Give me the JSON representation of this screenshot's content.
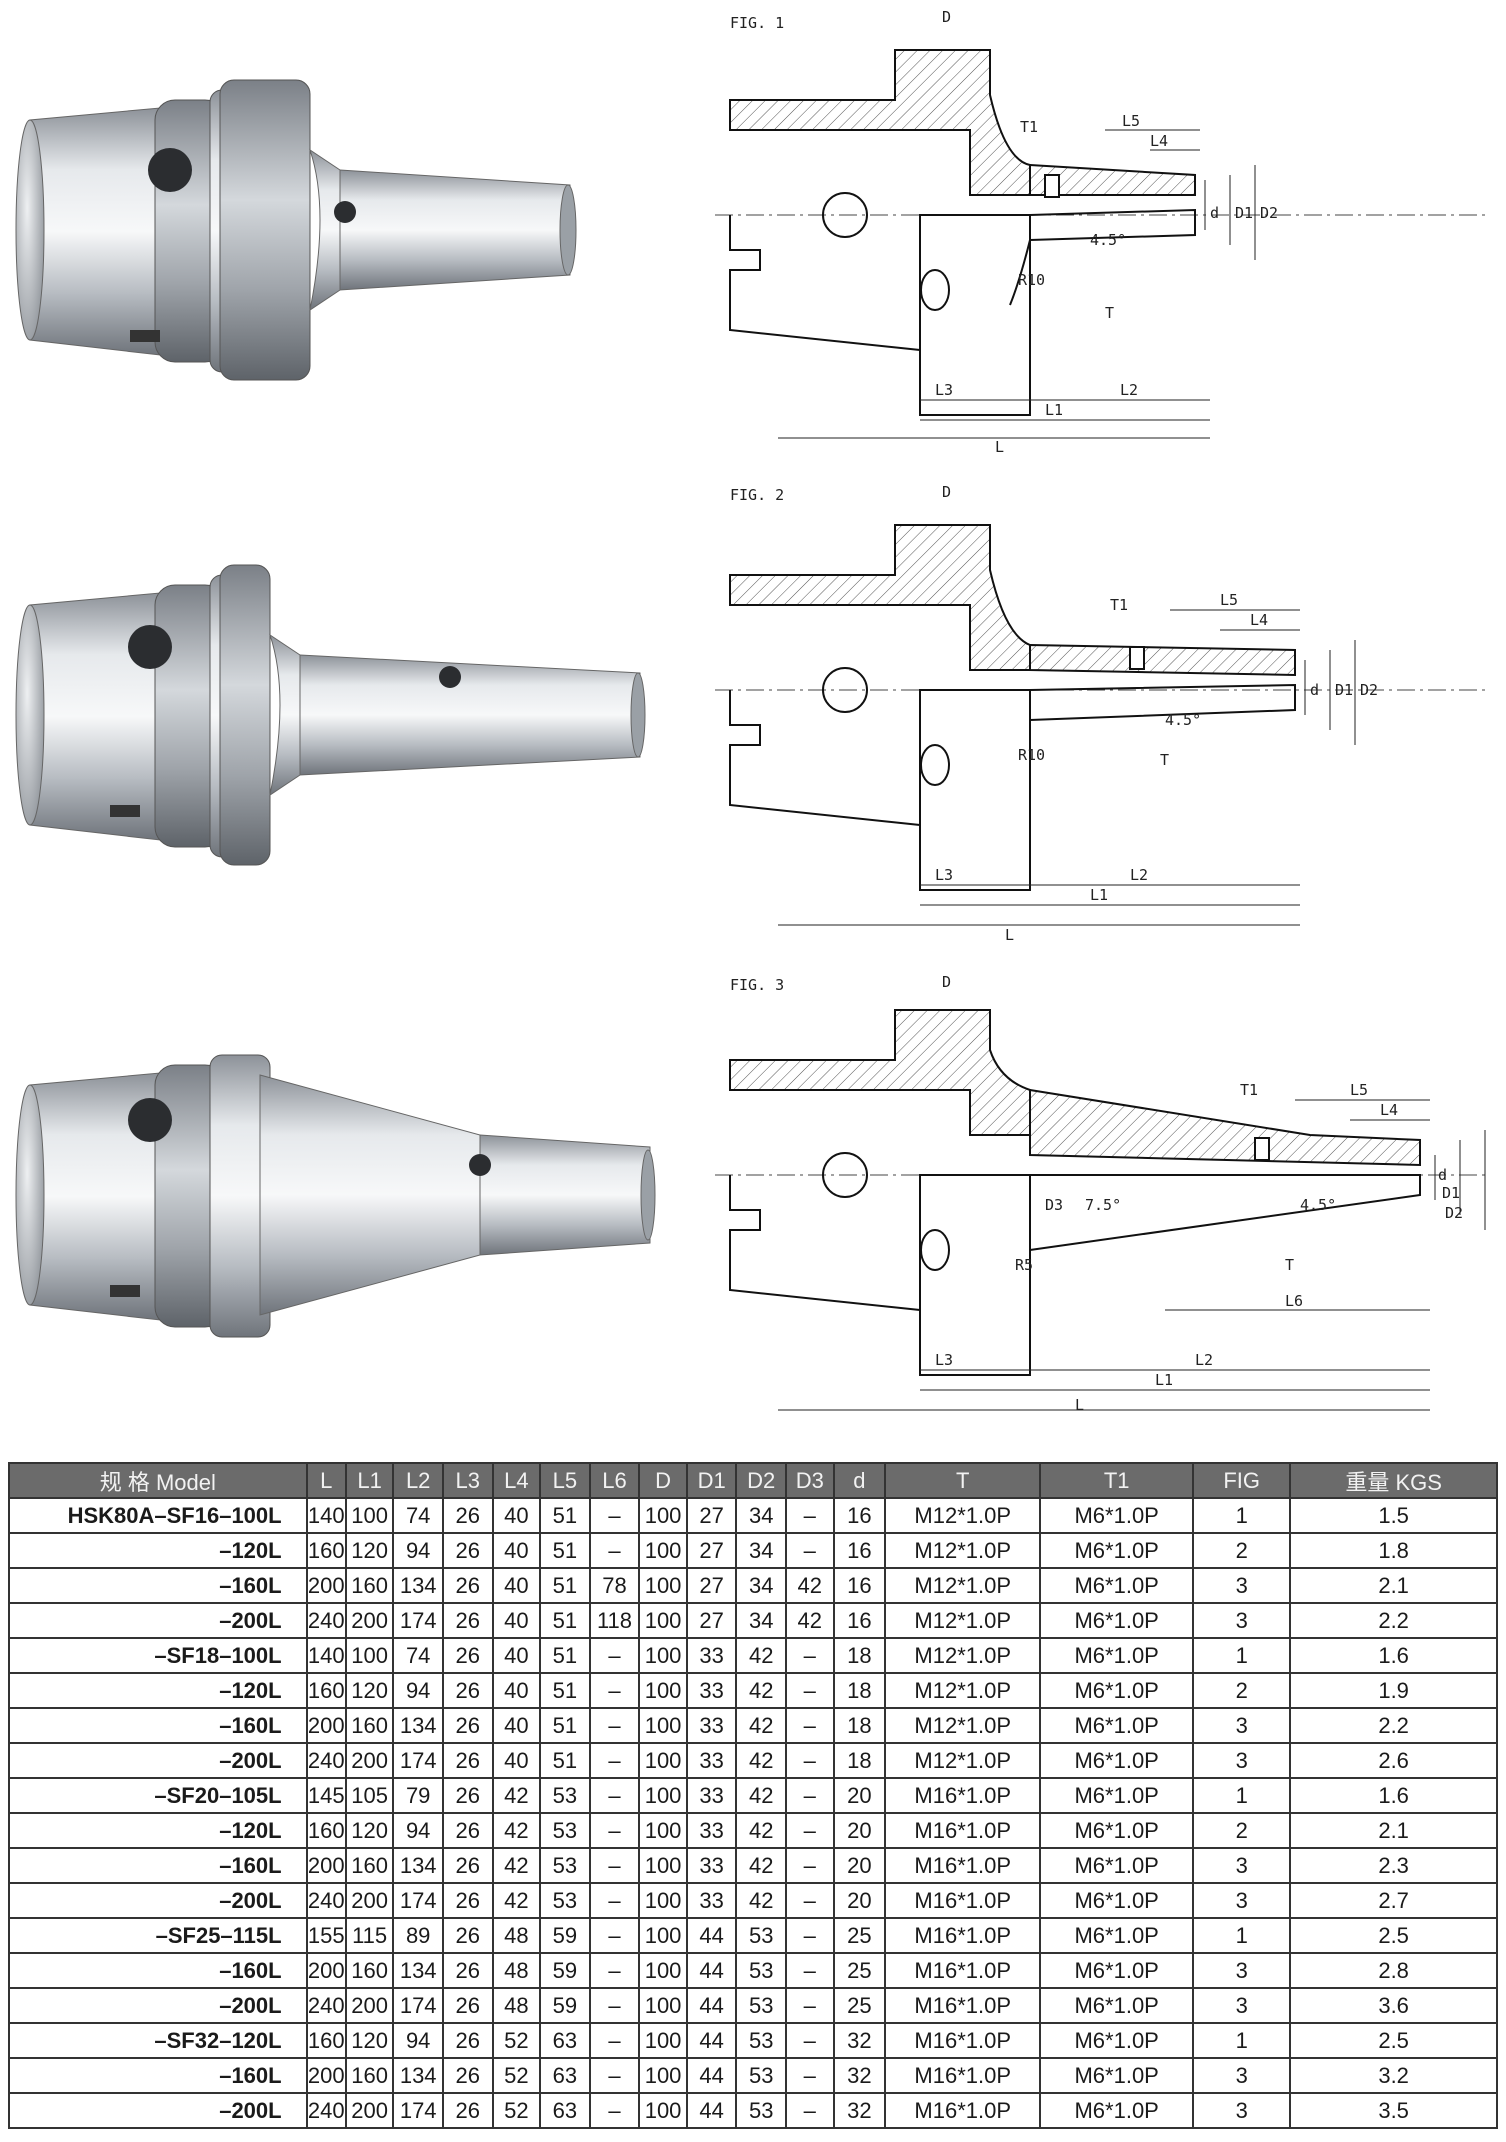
{
  "figures": [
    {
      "label": "FIG. 1",
      "dims": {
        "D": "D",
        "T1": "T1",
        "L5": "L5",
        "L4": "L4",
        "d": "d",
        "D1": "D1",
        "D2": "D2",
        "ang": "4.5°",
        "R": "R10",
        "T": "T",
        "L3": "L3",
        "L2": "L2",
        "L1": "L1",
        "L": "L"
      }
    },
    {
      "label": "FIG. 2",
      "dims": {
        "D": "D",
        "T1": "T1",
        "L5": "L5",
        "L4": "L4",
        "d": "d",
        "D1": "D1",
        "D2": "D2",
        "ang": "4.5°",
        "R": "R10",
        "T": "T",
        "L3": "L3",
        "L2": "L2",
        "L1": "L1",
        "L": "L"
      }
    },
    {
      "label": "FIG. 3",
      "dims": {
        "D": "D",
        "T1": "T1",
        "L5": "L5",
        "L4": "L4",
        "d": "d",
        "D1": "D1",
        "D2": "D2",
        "ang": "4.5°",
        "D3": "D3",
        "ang2": "7.5°",
        "R": "R5",
        "T": "T",
        "L6": "L6",
        "L3": "L3",
        "L2": "L2",
        "L1": "L1",
        "L": "L"
      }
    }
  ],
  "table": {
    "headers": [
      "规 格 Model",
      "L",
      "L1",
      "L2",
      "L3",
      "L4",
      "L5",
      "L6",
      "D",
      "D1",
      "D2",
      "D3",
      "d",
      "T",
      "T1",
      "FIG",
      "重量 KGS"
    ],
    "rows": [
      [
        "HSK80A–SF16–100L",
        "140",
        "100",
        "74",
        "26",
        "40",
        "51",
        "–",
        "100",
        "27",
        "34",
        "–",
        "16",
        "M12*1.0P",
        "M6*1.0P",
        "1",
        "1.5"
      ],
      [
        "–120L",
        "160",
        "120",
        "94",
        "26",
        "40",
        "51",
        "–",
        "100",
        "27",
        "34",
        "–",
        "16",
        "M12*1.0P",
        "M6*1.0P",
        "2",
        "1.8"
      ],
      [
        "–160L",
        "200",
        "160",
        "134",
        "26",
        "40",
        "51",
        "78",
        "100",
        "27",
        "34",
        "42",
        "16",
        "M12*1.0P",
        "M6*1.0P",
        "3",
        "2.1"
      ],
      [
        "–200L",
        "240",
        "200",
        "174",
        "26",
        "40",
        "51",
        "118",
        "100",
        "27",
        "34",
        "42",
        "16",
        "M12*1.0P",
        "M6*1.0P",
        "3",
        "2.2"
      ],
      [
        "–SF18–100L",
        "140",
        "100",
        "74",
        "26",
        "40",
        "51",
        "–",
        "100",
        "33",
        "42",
        "–",
        "18",
        "M12*1.0P",
        "M6*1.0P",
        "1",
        "1.6"
      ],
      [
        "–120L",
        "160",
        "120",
        "94",
        "26",
        "40",
        "51",
        "–",
        "100",
        "33",
        "42",
        "–",
        "18",
        "M12*1.0P",
        "M6*1.0P",
        "2",
        "1.9"
      ],
      [
        "–160L",
        "200",
        "160",
        "134",
        "26",
        "40",
        "51",
        "–",
        "100",
        "33",
        "42",
        "–",
        "18",
        "M12*1.0P",
        "M6*1.0P",
        "3",
        "2.2"
      ],
      [
        "–200L",
        "240",
        "200",
        "174",
        "26",
        "40",
        "51",
        "–",
        "100",
        "33",
        "42",
        "–",
        "18",
        "M12*1.0P",
        "M6*1.0P",
        "3",
        "2.6"
      ],
      [
        "–SF20–105L",
        "145",
        "105",
        "79",
        "26",
        "42",
        "53",
        "–",
        "100",
        "33",
        "42",
        "–",
        "20",
        "M16*1.0P",
        "M6*1.0P",
        "1",
        "1.6"
      ],
      [
        "–120L",
        "160",
        "120",
        "94",
        "26",
        "42",
        "53",
        "–",
        "100",
        "33",
        "42",
        "–",
        "20",
        "M16*1.0P",
        "M6*1.0P",
        "2",
        "2.1"
      ],
      [
        "–160L",
        "200",
        "160",
        "134",
        "26",
        "42",
        "53",
        "–",
        "100",
        "33",
        "42",
        "–",
        "20",
        "M16*1.0P",
        "M6*1.0P",
        "3",
        "2.3"
      ],
      [
        "–200L",
        "240",
        "200",
        "174",
        "26",
        "42",
        "53",
        "–",
        "100",
        "33",
        "42",
        "–",
        "20",
        "M16*1.0P",
        "M6*1.0P",
        "3",
        "2.7"
      ],
      [
        "–SF25–115L",
        "155",
        "115",
        "89",
        "26",
        "48",
        "59",
        "–",
        "100",
        "44",
        "53",
        "–",
        "25",
        "M16*1.0P",
        "M6*1.0P",
        "1",
        "2.5"
      ],
      [
        "–160L",
        "200",
        "160",
        "134",
        "26",
        "48",
        "59",
        "–",
        "100",
        "44",
        "53",
        "–",
        "25",
        "M16*1.0P",
        "M6*1.0P",
        "3",
        "2.8"
      ],
      [
        "–200L",
        "240",
        "200",
        "174",
        "26",
        "48",
        "59",
        "–",
        "100",
        "44",
        "53",
        "–",
        "25",
        "M16*1.0P",
        "M6*1.0P",
        "3",
        "3.6"
      ],
      [
        "–SF32–120L",
        "160",
        "120",
        "94",
        "26",
        "52",
        "63",
        "–",
        "100",
        "44",
        "53",
        "–",
        "32",
        "M16*1.0P",
        "M6*1.0P",
        "1",
        "2.5"
      ],
      [
        "–160L",
        "200",
        "160",
        "134",
        "26",
        "52",
        "63",
        "–",
        "100",
        "44",
        "53",
        "–",
        "32",
        "M16*1.0P",
        "M6*1.0P",
        "3",
        "3.2"
      ],
      [
        "–200L",
        "240",
        "200",
        "174",
        "26",
        "52",
        "63",
        "–",
        "100",
        "44",
        "53",
        "–",
        "32",
        "M16*1.0P",
        "M6*1.0P",
        "3",
        "3.5"
      ]
    ]
  }
}
